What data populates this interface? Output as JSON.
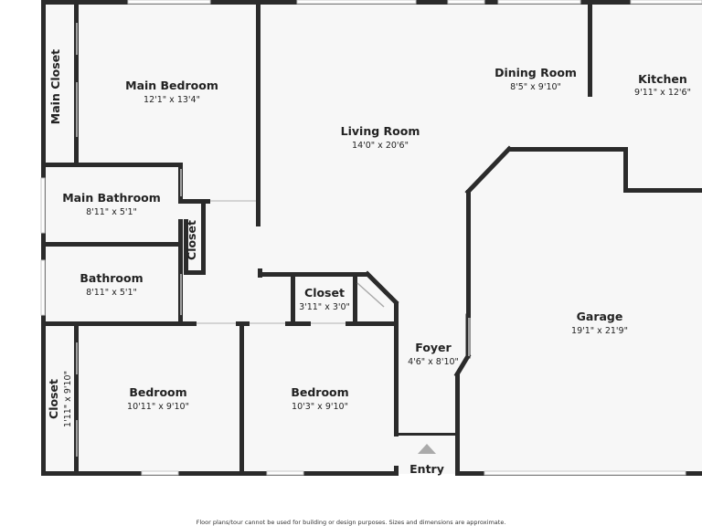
{
  "rooms": {
    "main_closet": {
      "name": "Main Closet"
    },
    "main_bedroom": {
      "name": "Main Bedroom",
      "dims": "12'1\" x 13'4\""
    },
    "living_room": {
      "name": "Living Room",
      "dims": "14'0\" x 20'6\""
    },
    "dining_room": {
      "name": "Dining Room",
      "dims": "8'5\" x 9'10\""
    },
    "kitchen": {
      "name": "Kitchen",
      "dims": "9'11\" x 12'6\""
    },
    "main_bathroom": {
      "name": "Main Bathroom",
      "dims": "8'11\" x 5'1\""
    },
    "hall_closet": {
      "name": "Closet"
    },
    "bathroom": {
      "name": "Bathroom",
      "dims": "8'11\" x 5'1\""
    },
    "closet_small": {
      "name": "Closet",
      "dims": "3'11\" x 3'0\""
    },
    "garage": {
      "name": "Garage",
      "dims": "19'1\" x 21'9\""
    },
    "foyer": {
      "name": "Foyer",
      "dims": "4'6\" x 8'10\""
    },
    "closet_bedroom": {
      "name": "Closet",
      "dims": "1'11\" x 9'10\""
    },
    "bedroom_1": {
      "name": "Bedroom",
      "dims": "10'11\" x 9'10\""
    },
    "bedroom_2": {
      "name": "Bedroom",
      "dims": "10'3\" x 9'10\""
    },
    "entry": {
      "name": "Entry"
    }
  },
  "disclaimer": "Floor plans/tour cannot be used for building or design purposes. Sizes and dimensions are approximate.",
  "colors": {
    "wall": "#2b2b2b",
    "floor": "#f7f7f7",
    "window": "#ffffff"
  }
}
